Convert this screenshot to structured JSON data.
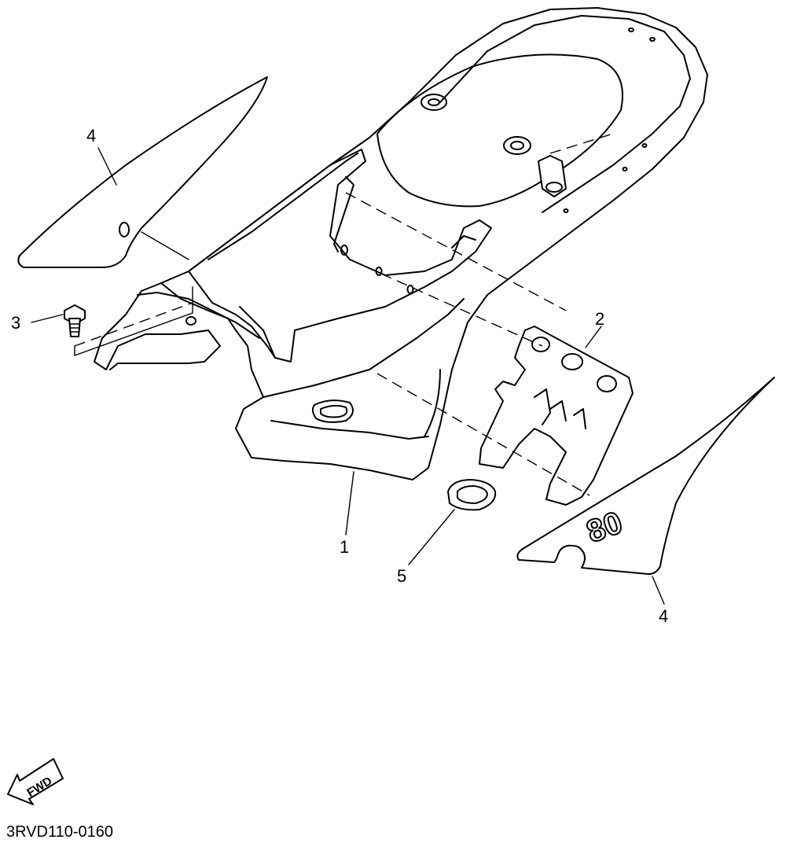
{
  "diagram": {
    "diagram_code": "3RVD110-0160",
    "fwd_label": "FWD",
    "decal_number": "80",
    "callouts": [
      {
        "id": "c1",
        "label": "1"
      },
      {
        "id": "c2",
        "label": "2"
      },
      {
        "id": "c3",
        "label": "3"
      },
      {
        "id": "c4a",
        "label": "4"
      },
      {
        "id": "c4b",
        "label": "4"
      },
      {
        "id": "c5",
        "label": "5"
      }
    ]
  }
}
